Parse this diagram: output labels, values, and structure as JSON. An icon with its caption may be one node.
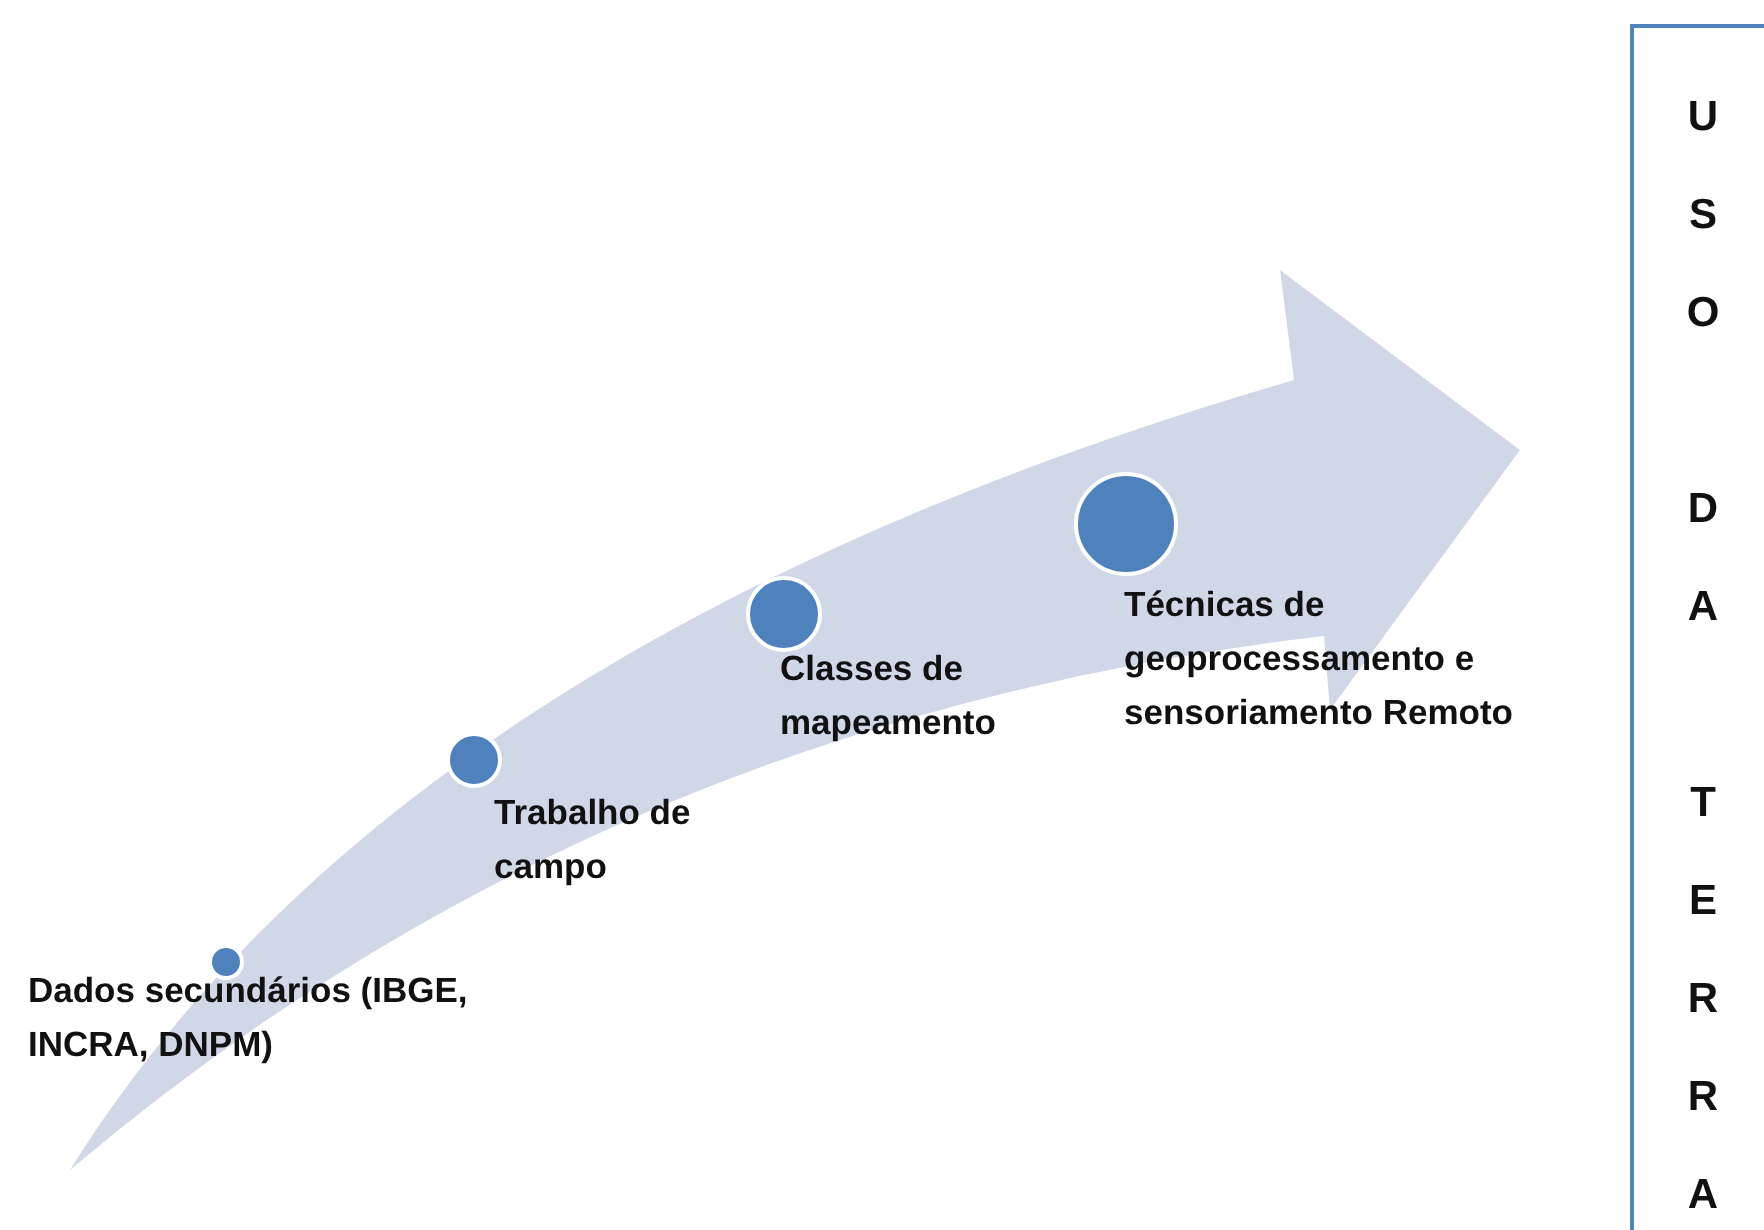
{
  "diagram": {
    "nodes": [
      {
        "text": [
          "Dados secundários (IBGE, INCRA, DNPM)"
        ]
      },
      {
        "text": [
          "Trabalho de campo"
        ]
      },
      {
        "text": [
          "Classes de mapeamento"
        ]
      },
      {
        "text": [
          "Técnicas de geoprocessamento e sensoriamento Remoto"
        ]
      },
      {
        "text": [
          "USO",
          "DA",
          "TERRA"
        ]
      }
    ]
  }
}
